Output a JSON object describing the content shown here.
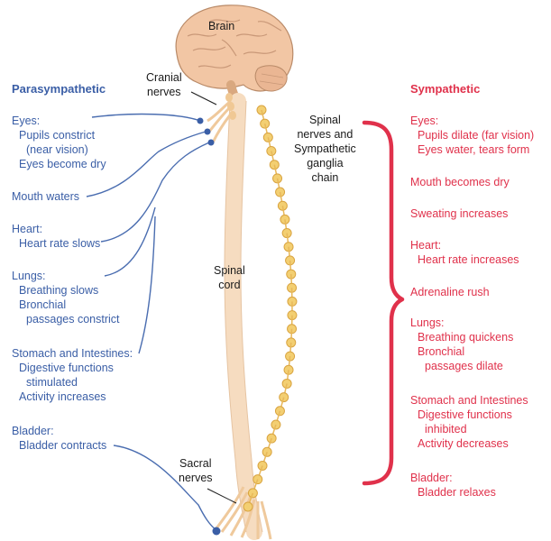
{
  "labels": {
    "brain": "Brain",
    "cranial_nerves": [
      "Cranial",
      "nerves"
    ],
    "spinal_nerves": [
      "Spinal",
      "nerves and",
      "Sympathetic",
      "ganglia",
      "chain"
    ],
    "spinal_cord": [
      "Spinal",
      "cord"
    ],
    "sacral_nerves": [
      "Sacral",
      "nerves"
    ]
  },
  "parasympathetic": {
    "title": "Parasympathetic",
    "eyes": [
      "Eyes:",
      "Pupils constrict",
      "(near vision)",
      "Eyes become dry"
    ],
    "mouth": "Mouth waters",
    "heart": [
      "Heart:",
      "Heart rate slows"
    ],
    "lungs": [
      "Lungs:",
      "Breathing slows",
      "Bronchial",
      "passages constrict"
    ],
    "stomach": [
      "Stomach and Intestines:",
      "Digestive functions",
      "stimulated",
      "Activity increases"
    ],
    "bladder": [
      "Bladder:",
      "Bladder contracts"
    ]
  },
  "sympathetic": {
    "title": "Sympathetic",
    "eyes": [
      "Eyes:",
      "Pupils dilate (far vision)",
      "Eyes water, tears form"
    ],
    "mouth": "Mouth becomes dry",
    "sweat": "Sweating increases",
    "heart": [
      "Heart:",
      "Heart rate increases"
    ],
    "adrenaline": "Adrenaline rush",
    "lungs": [
      "Lungs:",
      "Breathing quickens",
      "Bronchial",
      "passages dilate"
    ],
    "stomach": [
      "Stomach and Intestines",
      "Digestive functions",
      "inhibited",
      "Activity decreases"
    ],
    "bladder": [
      "Bladder:",
      "Bladder relaxes"
    ]
  },
  "colors": {
    "parasympathetic": "#3a5ea6",
    "sympathetic": "#e0314b",
    "cord": "#f6dcc0",
    "ganglia": "#f3cf72",
    "brain": "#f2c6a4"
  }
}
